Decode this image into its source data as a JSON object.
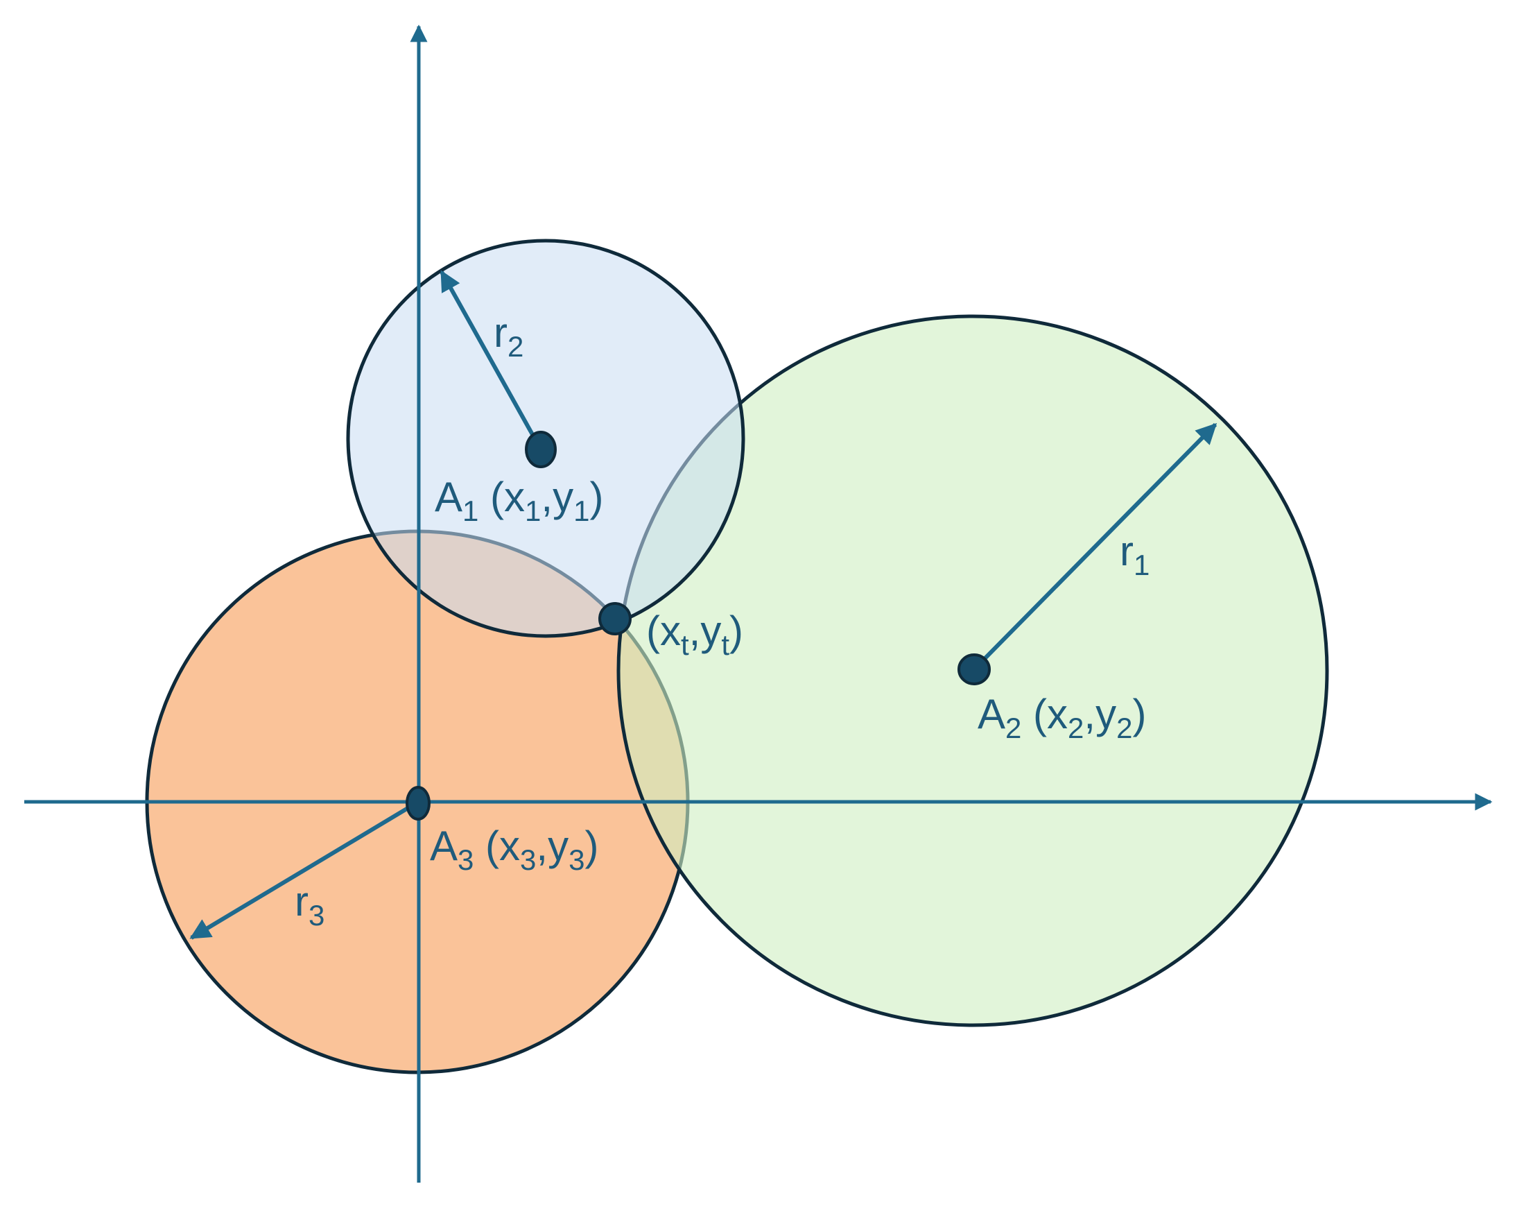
{
  "colors": {
    "axis": "#1f6a8e",
    "outline": "#0f2a3a",
    "point": "#174a66",
    "text": "#1f5b7c",
    "circle_a1_fill": "#c9dcf3",
    "circle_a2_fill": "#cfeec2",
    "circle_a3_fill": "#f9b887"
  },
  "labels": {
    "a1": {
      "main": "A",
      "sub": "1",
      "open": " (x",
      "sub_x": "1",
      "comma": ",y",
      "sub_y": "1",
      "close": ")"
    },
    "a2": {
      "main": "A",
      "sub": "2",
      "open": " (x",
      "sub_x": "2",
      "comma": ",y",
      "sub_y": "2",
      "close": ")"
    },
    "a3": {
      "main": "A",
      "sub": "3",
      "open": " (x",
      "sub_x": "3",
      "comma": ",y",
      "sub_y": "3",
      "close": ")"
    },
    "target": {
      "open": "(x",
      "sub_x": "t",
      "comma": ",y",
      "sub_y": "t",
      "close": ")"
    },
    "r1": {
      "main": "r",
      "sub": "1"
    },
    "r2": {
      "main": "r",
      "sub": "2"
    },
    "r3": {
      "main": "r",
      "sub": "3"
    }
  }
}
